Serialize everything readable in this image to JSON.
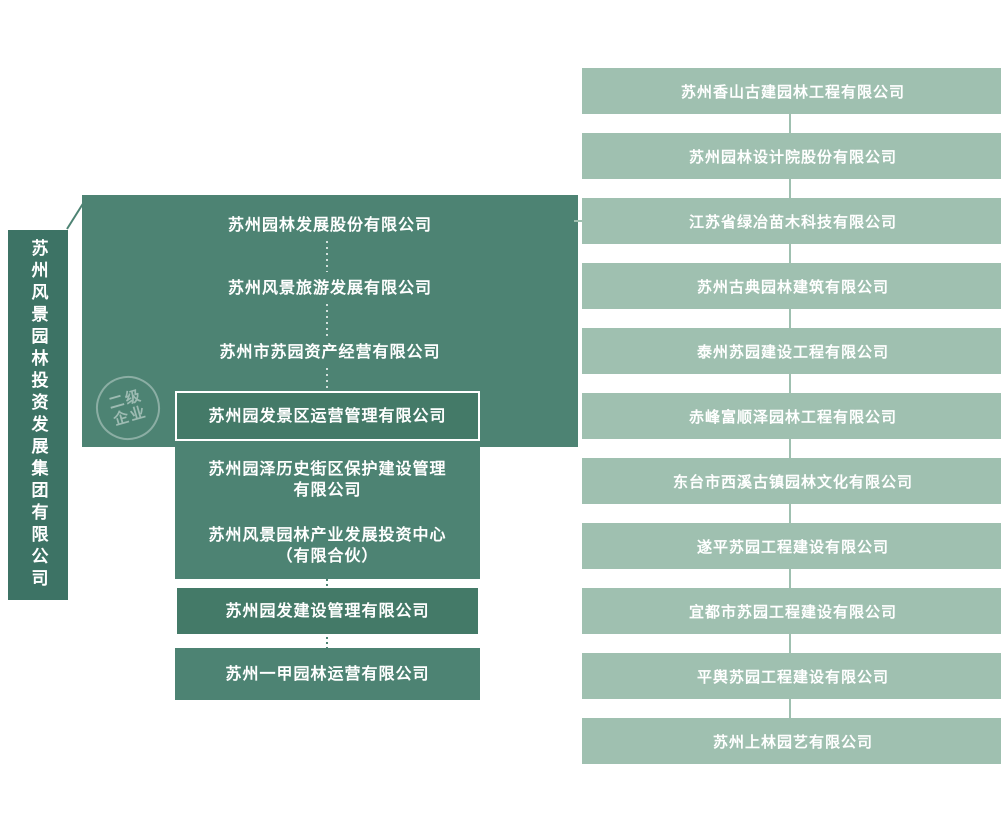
{
  "org": {
    "parent": "苏州风景园林投资发展集团有限公司",
    "watermark": "二级\n企业",
    "level2": [
      "苏州园林发展股份有限公司",
      "苏州风景旅游发展有限公司",
      "苏州市苏园资产经营有限公司",
      "苏州园发景区运营管理有限公司",
      "苏州园泽历史街区保护建设管理\n有限公司",
      "苏州风景园林产业发展投资中心\n（有限合伙）",
      "苏州园发建设管理有限公司",
      "苏州一甲园林运营有限公司"
    ],
    "level3": [
      "苏州香山古建园林工程有限公司",
      "苏州园林设计院股份有限公司",
      "江苏省绿冶苗木科技有限公司",
      "苏州古典园林建筑有限公司",
      "泰州苏园建设工程有限公司",
      "赤峰富顺泽园林工程有限公司",
      "东台市西溪古镇园林文化有限公司",
      "遂平苏园工程建设有限公司",
      "宜都市苏园工程建设有限公司",
      "平舆苏园工程建设有限公司",
      "苏州上林园艺有限公司"
    ],
    "colors": {
      "parent-box": "#3d7365",
      "panel": "#4d8373",
      "panel-dark": "#447a68",
      "level3-box": "#9fc0b0",
      "text": "#ffffff"
    }
  }
}
